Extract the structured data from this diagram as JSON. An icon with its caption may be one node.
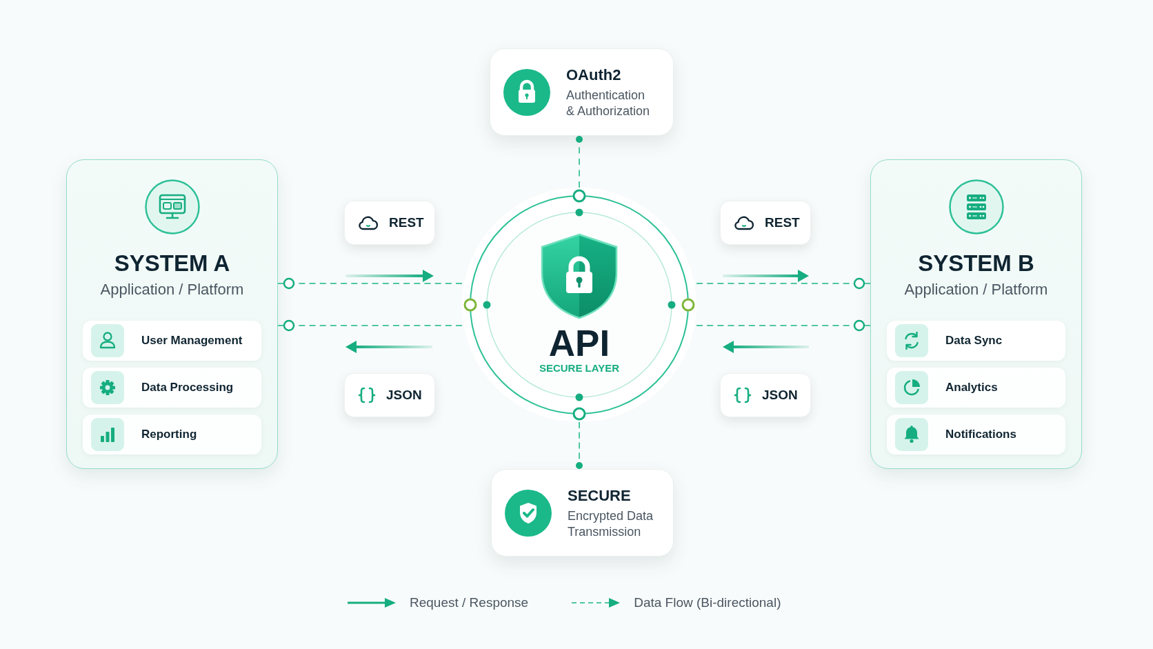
{
  "diagram": {
    "nodes": [
      {
        "text": [
          "OAuth2",
          "Authentication & Authorization"
        ]
      },
      {
        "text": [
          "SYSTEM A",
          "Application / Platform"
        ]
      },
      {
        "text": [
          "User Management"
        ],
        "in": 1
      },
      {
        "text": [
          "Data Processing"
        ],
        "in": 1
      },
      {
        "text": [
          "Reporting"
        ],
        "in": 1
      },
      {
        "text": [
          "REST"
        ]
      },
      {
        "text": [
          "JSON"
        ]
      },
      {
        "text": [
          "API",
          "SECURE LAYER"
        ]
      },
      {
        "text": [
          "REST"
        ]
      },
      {
        "text": [
          "JSON"
        ]
      },
      {
        "text": [
          "SYSTEM B",
          "Application / Platform"
        ]
      },
      {
        "text": [
          "Data Sync"
        ],
        "in": 10
      },
      {
        "text": [
          "Analytics"
        ],
        "in": 10
      },
      {
        "text": [
          "Notifications"
        ],
        "in": 10
      },
      {
        "text": [
          "SECURE",
          "Encrypted Data Transmission"
        ]
      }
    ],
    "edges": [
      {
        "from": 0,
        "to": 7,
        "arrow": "other",
        "style": "dashed"
      },
      {
        "from": 1,
        "to": 7,
        "arrow": "other",
        "style": "dashed"
      },
      {
        "from": 1,
        "to": 7,
        "arrow": "other",
        "style": "dashed"
      },
      {
        "from": 10,
        "to": 7,
        "arrow": "other",
        "style": "dashed"
      },
      {
        "from": 10,
        "to": 7,
        "arrow": "other",
        "style": "dashed"
      },
      {
        "from": 14,
        "to": 7,
        "arrow": "other",
        "style": "dashed"
      }
    ],
    "legend": [
      {
        "text": "Request / Response"
      },
      {
        "text": "Data Flow (Bi-directional)"
      }
    ]
  }
}
